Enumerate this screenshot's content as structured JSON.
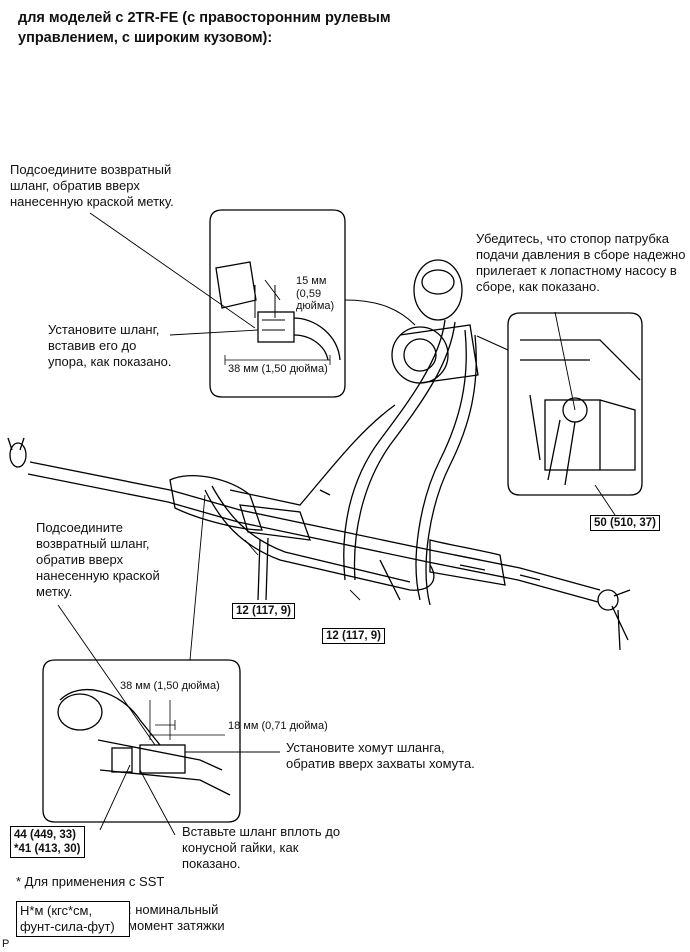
{
  "header": {
    "title": "для моделей с 2TR-FE (с правосторонним рулевым управлением, с широким кузовом):"
  },
  "notes": {
    "return_hose_top": "Подсоедините возвратный шланг, обратив вверх нанесенную краской метку.",
    "install_hose": "Установите шланг, вставив его до упора, как показано.",
    "stopper_check": "Убедитесь, что стопор патрубка подачи давления в сборе надежно прилегает к лопастному насосу в сборе, как показано.",
    "return_hose_lower": "Подсоедините возвратный шланг, обратив вверх нанесенную краской метку.",
    "clamp_install": "Установите хомут шланга, обратив вверх захваты хомута.",
    "hose_to_nut": "Вставьте шланг вплоть до конусной гайки, как показано."
  },
  "dimensions": {
    "d15": "15 мм",
    "d15_in": "(0,59",
    "d15_in2": "дюйма)",
    "d38_top": "38 мм (1,50 дюйма)",
    "d38_bottom": "38 мм (1,50 дюйма)",
    "d18": "18 мм (0,71 дюйма)"
  },
  "torques": {
    "t50": "50 (510, 37)",
    "t12_left": "12 (117, 9)",
    "t12_right": "12 (117, 9)",
    "t44": "44 (449, 33)",
    "t41": "*41 (413, 30)"
  },
  "footnote": "* Для применения с SST",
  "legend": {
    "unit": "Н*м (кгс*см, фунт-сила-фут)",
    "meaning": ": номинальный момент затяжки"
  },
  "corner_mark": "P"
}
